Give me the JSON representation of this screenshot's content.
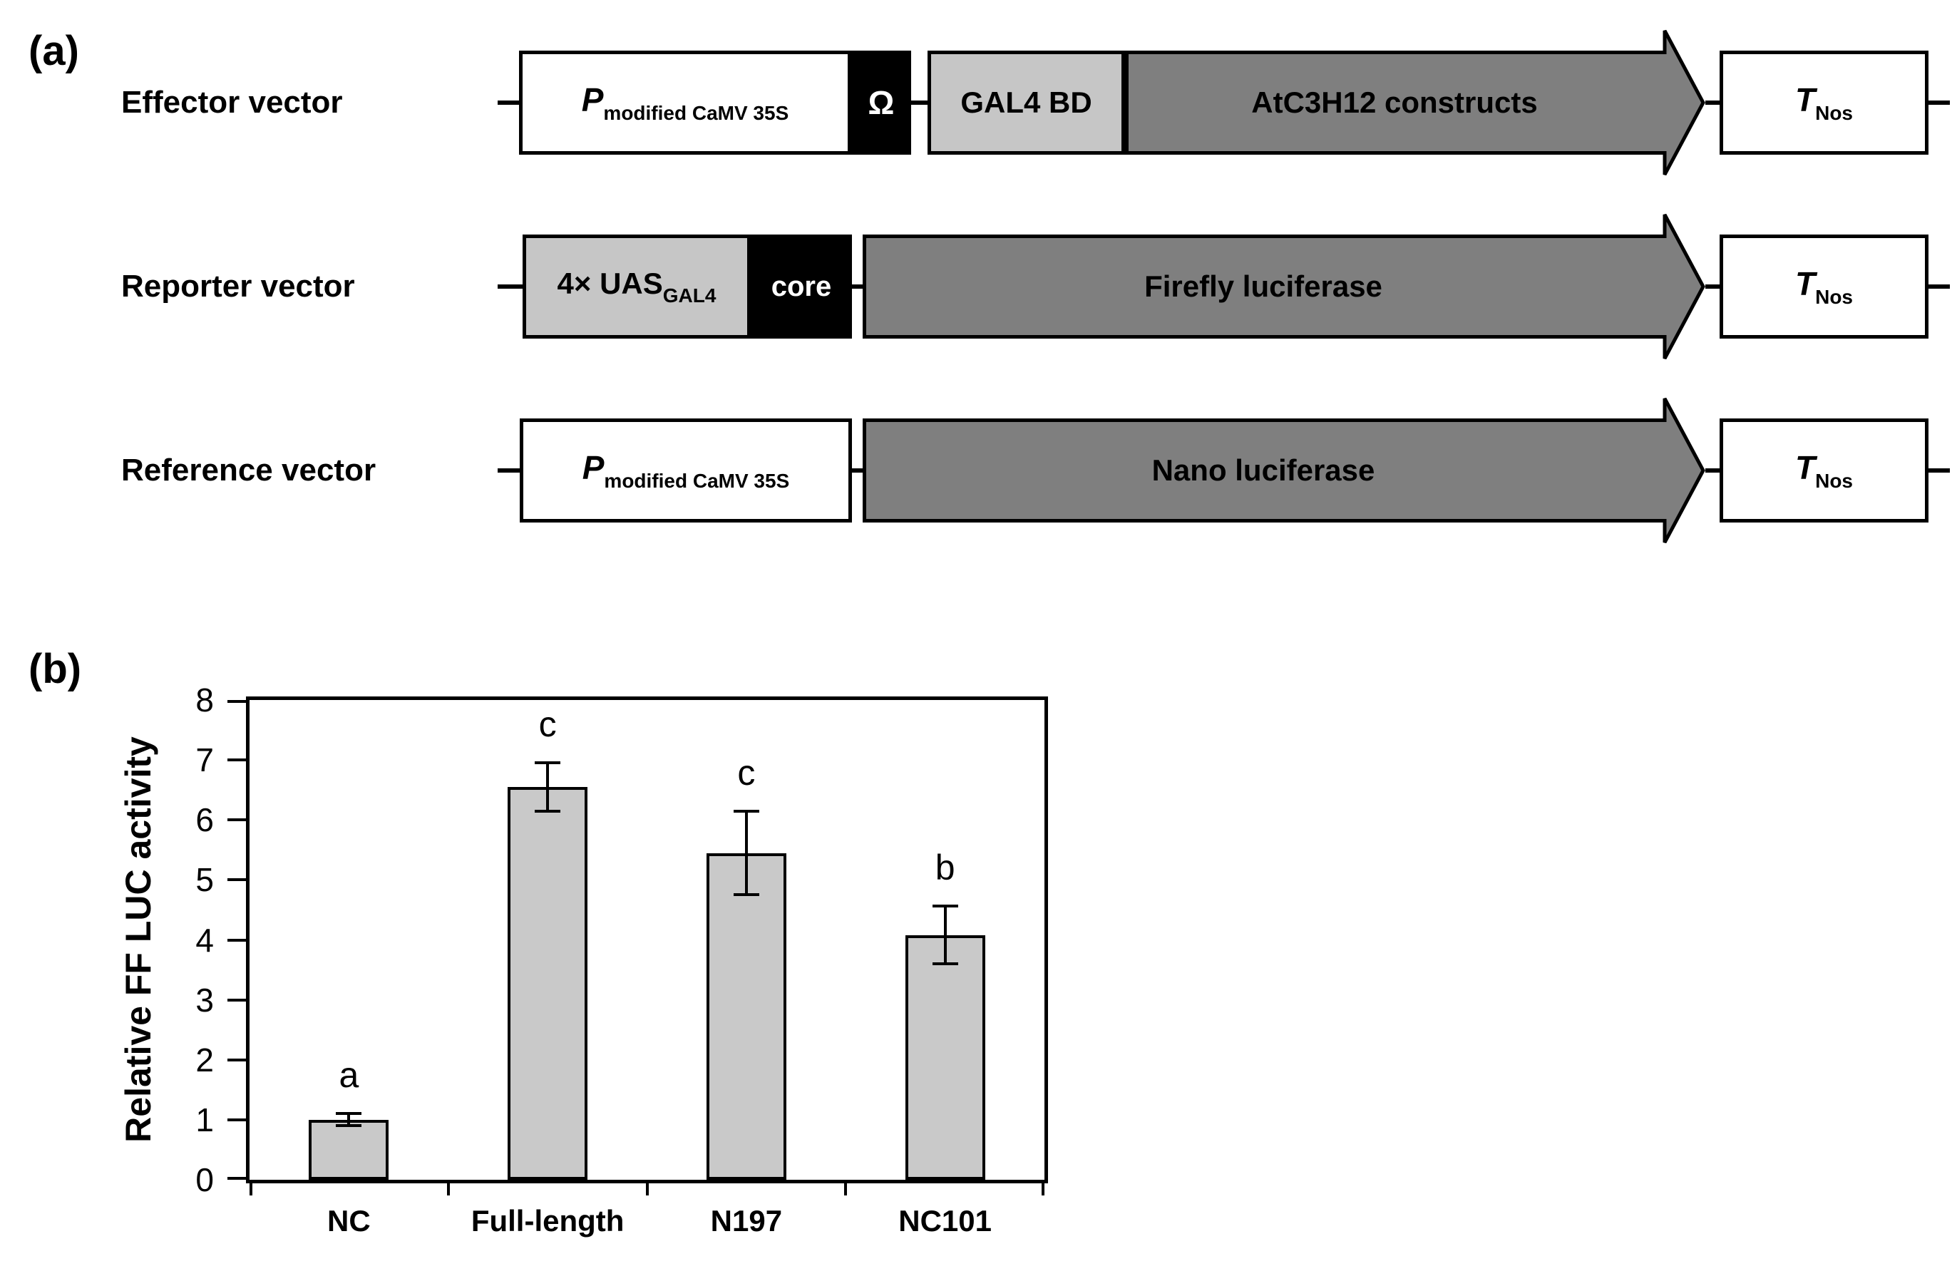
{
  "colors": {
    "background": "#ffffff",
    "light_gray": "#c6c6c6",
    "dark_gray": "#7f7f7f",
    "black": "#000000",
    "white": "#ffffff"
  },
  "panel_a": {
    "label": "(a)",
    "effector": {
      "label": "Effector vector",
      "promoter_main": "P",
      "promoter_sub": "modified CaMV 35S",
      "omega": "Ω",
      "gal4bd": "GAL4 BD",
      "arrow": "AtC3H12 constructs",
      "terminator_main": "T",
      "terminator_sub": "Nos"
    },
    "reporter": {
      "label": "Reporter vector",
      "uas_main": "4× UAS",
      "uas_sub": "GAL4",
      "core": "core",
      "arrow": "Firefly luciferase",
      "terminator_main": "T",
      "terminator_sub": "Nos"
    },
    "reference": {
      "label": "Reference vector",
      "promoter_main": "P",
      "promoter_sub": "modified CaMV 35S",
      "arrow": "Nano luciferase",
      "terminator_main": "T",
      "terminator_sub": "Nos"
    }
  },
  "panel_b": {
    "label": "(b)"
  },
  "chart_data": {
    "type": "bar",
    "title": "",
    "categories": [
      "NC",
      "Full-length",
      "N197",
      "NC101"
    ],
    "values": [
      1.0,
      6.55,
      5.45,
      4.08
    ],
    "errors": [
      0.1,
      0.4,
      0.7,
      0.48
    ],
    "sig_letters": [
      "a",
      "c",
      "c",
      "b"
    ],
    "xlabel": "",
    "ylabel": "Relative FF LUC activity",
    "ylim": [
      0,
      8
    ],
    "ytick_interval": 1,
    "yticks": [
      0,
      1,
      2,
      3,
      4,
      5,
      6,
      7,
      8
    ],
    "grid": false,
    "legend": false,
    "bar_color": "#c9c9c9",
    "bar_border_color": "#000000",
    "error_bar_color": "#000000"
  }
}
